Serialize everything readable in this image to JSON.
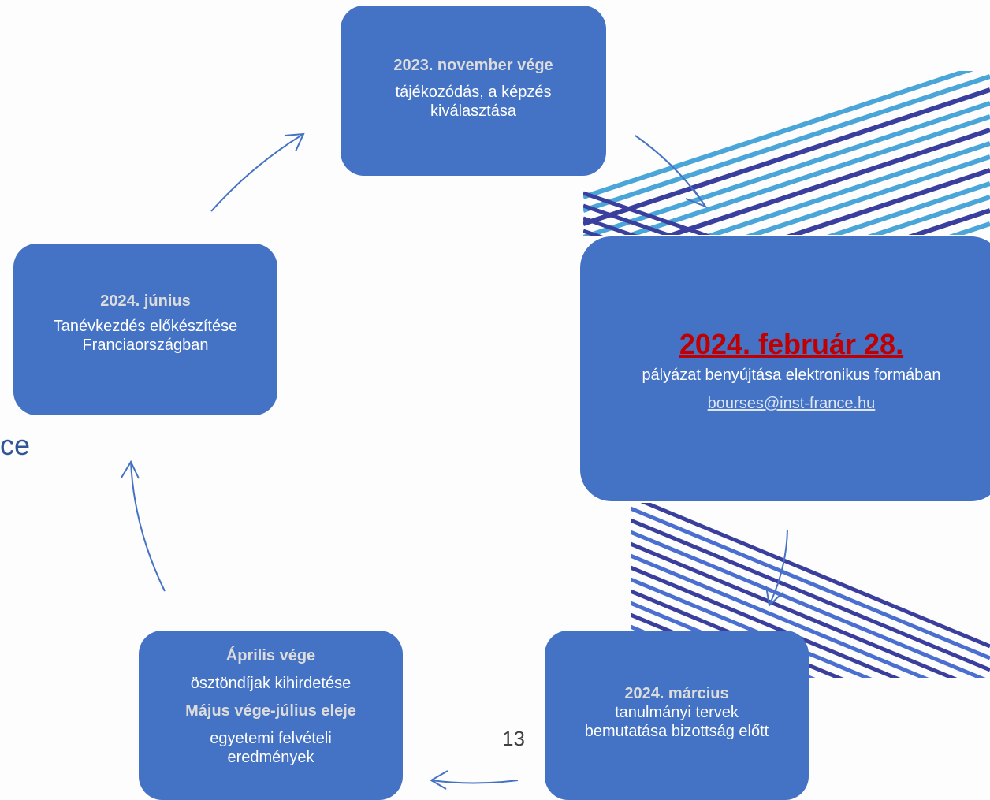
{
  "colors": {
    "box_fill": "#4472c4",
    "box_text": "#ffffff",
    "date_text": "#dcdcdc",
    "deadline_red": "#c00000",
    "arrow": "#4472c4",
    "stripe_light": "#4aa5d8",
    "stripe_dark": "#3a3f9e"
  },
  "steps": {
    "nov": {
      "date": "2023. november vége",
      "text1": "tájékozódás, a képzés",
      "text2": "kiválasztása"
    },
    "feb": {
      "date": "2024. február 28.",
      "text": "pályázat benyújtása elektronikus formában",
      "email": "bourses@inst-france.hu"
    },
    "mar": {
      "date": "2024. március",
      "text1": "tanulmányi tervek",
      "text2": "bemutatása bizottság előtt"
    },
    "apr": {
      "date": "Április vége",
      "text": "ösztöndíjak kihirdetése",
      "date2": "Május vége-július eleje",
      "text2a": "egyetemi felvételi",
      "text2b": "eredmények"
    },
    "jun": {
      "date": "2024. június",
      "text1": "Tanévkezdés előkészítése",
      "text2": "Franciaországban"
    }
  },
  "page_number": "13",
  "partial_text": "ce"
}
